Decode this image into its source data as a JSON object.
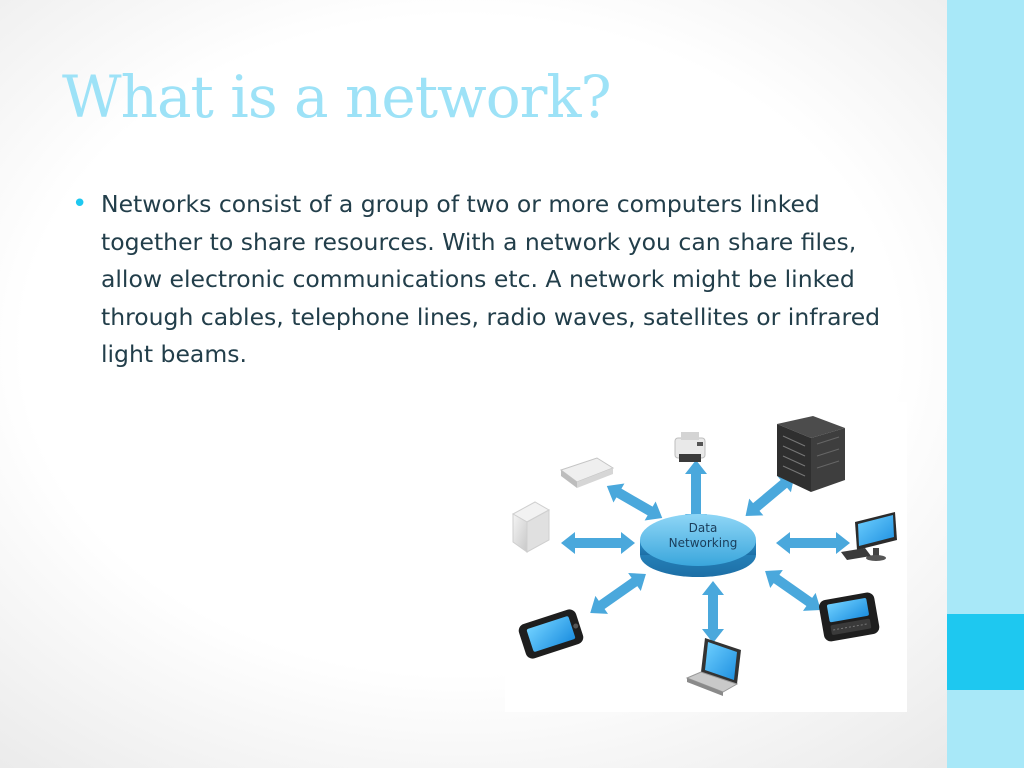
{
  "slide": {
    "title": "What is a network?",
    "bullets": [
      "Networks consist of a group of two or more computers linked together to share resources. With a network you can share files, allow electronic communications etc. A network might be linked through cables, telephone lines,  radio waves, satellites or infrared light beams."
    ]
  },
  "diagram": {
    "hub_label_line1": "Data",
    "hub_label_line2": "Networking",
    "devices": [
      "router-icon",
      "printer-icon",
      "server-rack-icon",
      "desktop-computer-icon",
      "smartphone-icon",
      "laptop-icon",
      "smartphone-icon",
      "external-drive-icon"
    ]
  },
  "colors": {
    "accent": "#1ec8f0",
    "side_bar": "#a8e8f8",
    "title": "#9de2f7",
    "body_text": "#223e4a",
    "arrow": "#4aa8dc"
  }
}
